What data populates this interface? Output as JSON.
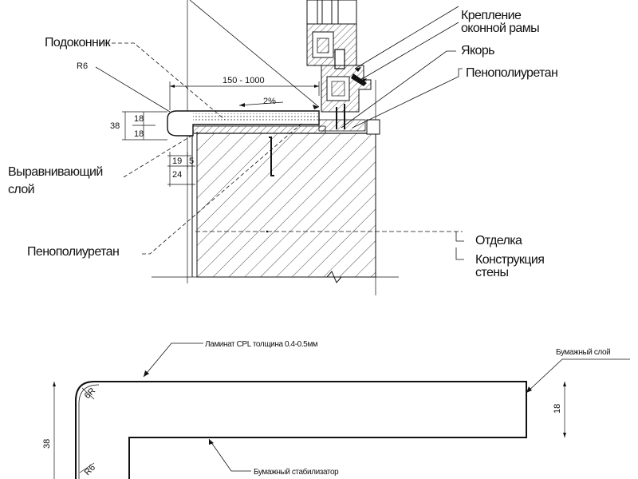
{
  "labels": {
    "frame_fixing_1": "Крепление",
    "frame_fixing_2": "оконной рамы",
    "anchor": "Якорь",
    "pu_foam_top": "Пенополиуретан",
    "sill": "Подоконник",
    "radius_top": "R6",
    "leveling_layer_1": "Выравнивающий",
    "leveling_layer_2": "слой",
    "pu_foam_bottom": "Пенополиуретан",
    "finish": "Отделка",
    "wall_structure_1": "Конструкция",
    "wall_structure_2": "стены",
    "laminate": "Ламинат CPL толщина 0.4-0.5мм",
    "paper_layer": "Бумажный слой",
    "paper_stabilizer": "Бумажный стабилизатор",
    "radius_detail_top": "6R",
    "radius_detail_bottom": "R6"
  },
  "dimensions": {
    "sill_depth": "150 - 1000",
    "slope": "2%",
    "thickness_total": "38",
    "thickness_upper": "18",
    "thickness_lower": "18",
    "overhang": "19",
    "overhang_total": "24",
    "gap": "5",
    "detail_total": "38",
    "detail_upper": "18"
  },
  "colors": {
    "ink": "#111111",
    "background": "#ffffff"
  }
}
